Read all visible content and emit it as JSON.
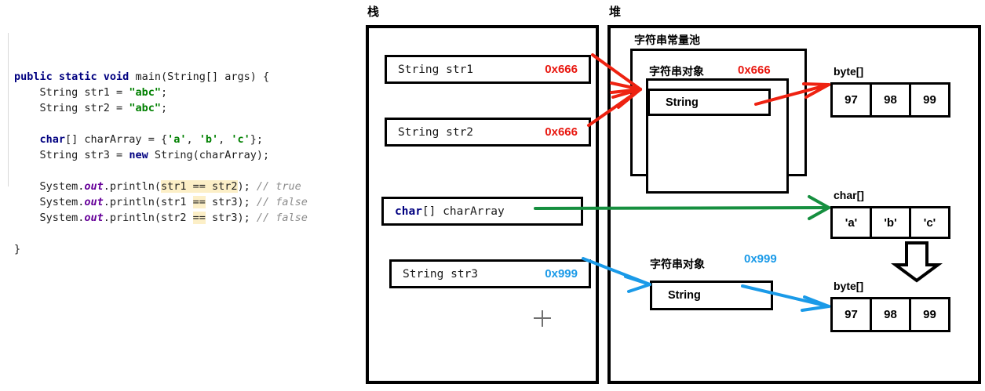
{
  "code": {
    "lines": [
      [
        {
          "t": "public static void ",
          "c": "kw"
        },
        {
          "t": "main(String[] args) {",
          "c": "plain"
        }
      ],
      [
        {
          "t": "    String str1 = ",
          "c": "plain"
        },
        {
          "t": "\"abc\"",
          "c": "str"
        },
        {
          "t": ";",
          "c": "plain"
        }
      ],
      [
        {
          "t": "    String str2 = ",
          "c": "plain"
        },
        {
          "t": "\"abc\"",
          "c": "str"
        },
        {
          "t": ";",
          "c": "plain"
        }
      ],
      [],
      [
        {
          "t": "    ",
          "c": "plain"
        },
        {
          "t": "char",
          "c": "kw"
        },
        {
          "t": "[] charArray = {",
          "c": "plain"
        },
        {
          "t": "'a'",
          "c": "chr"
        },
        {
          "t": ", ",
          "c": "plain"
        },
        {
          "t": "'b'",
          "c": "chr"
        },
        {
          "t": ", ",
          "c": "plain"
        },
        {
          "t": "'c'",
          "c": "chr"
        },
        {
          "t": "};",
          "c": "plain"
        }
      ],
      [
        {
          "t": "    String str3 = ",
          "c": "plain"
        },
        {
          "t": "new",
          "c": "kw"
        },
        {
          "t": " String(charArray);",
          "c": "plain"
        }
      ],
      [],
      [
        {
          "t": "    System.",
          "c": "plain"
        },
        {
          "t": "out",
          "c": "fld"
        },
        {
          "t": ".println(",
          "c": "plain"
        },
        {
          "t": "str1 == str2",
          "c": "plain hl"
        },
        {
          "t": "); ",
          "c": "plain"
        },
        {
          "t": "// true",
          "c": "cmt"
        }
      ],
      [
        {
          "t": "    System.",
          "c": "plain"
        },
        {
          "t": "out",
          "c": "fld"
        },
        {
          "t": ".println(str1 ",
          "c": "plain"
        },
        {
          "t": "==",
          "c": "plain hl"
        },
        {
          "t": " str3); ",
          "c": "plain"
        },
        {
          "t": "// false",
          "c": "cmt"
        }
      ],
      [
        {
          "t": "    System.",
          "c": "plain"
        },
        {
          "t": "out",
          "c": "fld"
        },
        {
          "t": ".println(str2 ",
          "c": "plain"
        },
        {
          "t": "==",
          "c": "plain hl"
        },
        {
          "t": " str3); ",
          "c": "plain"
        },
        {
          "t": "// false",
          "c": "cmt"
        }
      ],
      [],
      [
        {
          "t": "}",
          "c": "plain"
        }
      ]
    ]
  },
  "diagram": {
    "stack": {
      "title": "栈",
      "frames": [
        {
          "name": "String str1",
          "address": "0x666",
          "address_color": "#e8170f"
        },
        {
          "name": "String str2",
          "address": "0x666",
          "address_color": "#e8170f"
        },
        {
          "name_keyword": "char",
          "name_rest": "[] charArray",
          "address": "",
          "address_color": ""
        },
        {
          "name": "String str3",
          "address": "0x999",
          "address_color": "#1a9ae8"
        }
      ]
    },
    "heap": {
      "title": "堆",
      "pool_title": "字符串常量池",
      "pooled_object": {
        "title": "字符串对象",
        "address": "0x666",
        "address_color": "#e8170f",
        "inner_label": "String"
      },
      "new_object": {
        "title": "字符串对象",
        "address": "0x999",
        "address_color": "#1a9ae8",
        "inner_label": "String"
      }
    },
    "arrays": [
      {
        "label": "byte[]",
        "cells": [
          "97",
          "98",
          "99"
        ]
      },
      {
        "label": "char[]",
        "cells": [
          "'a'",
          "'b'",
          "'c'"
        ]
      },
      {
        "label": "byte[]",
        "cells": [
          "97",
          "98",
          "99"
        ]
      }
    ],
    "colors": {
      "red_arrow": "#ee2211",
      "green_arrow": "#168f3f",
      "blue_arrow": "#1a9ae8",
      "outline": "#000000"
    }
  }
}
